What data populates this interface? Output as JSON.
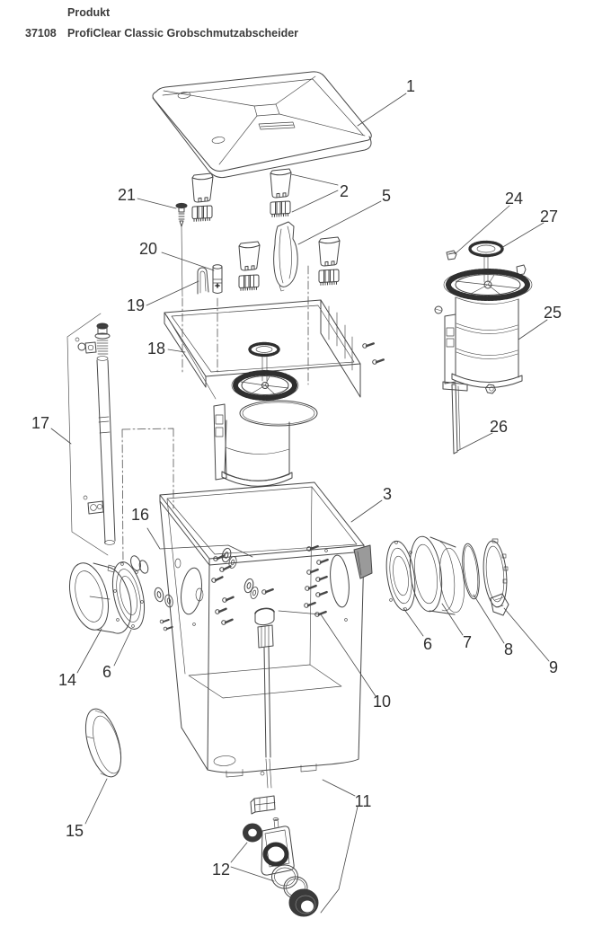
{
  "header": {
    "product_label": "Produkt",
    "article_number": "37108",
    "product_name": "ProfiClear Classic Grobschmutzabscheider"
  },
  "diagram": {
    "callouts": {
      "c1": "1",
      "c2": "2",
      "c3": "3",
      "c5": "5",
      "c6a": "6",
      "c6b": "6",
      "c7": "7",
      "c8": "8",
      "c9": "9",
      "c10": "10",
      "c11": "11",
      "c12": "12",
      "c14": "14",
      "c15": "15",
      "c16": "16",
      "c17": "17",
      "c18": "18",
      "c19": "19",
      "c20": "20",
      "c21": "21",
      "c24": "24",
      "c25": "25",
      "c26": "26",
      "c27": "27"
    }
  }
}
